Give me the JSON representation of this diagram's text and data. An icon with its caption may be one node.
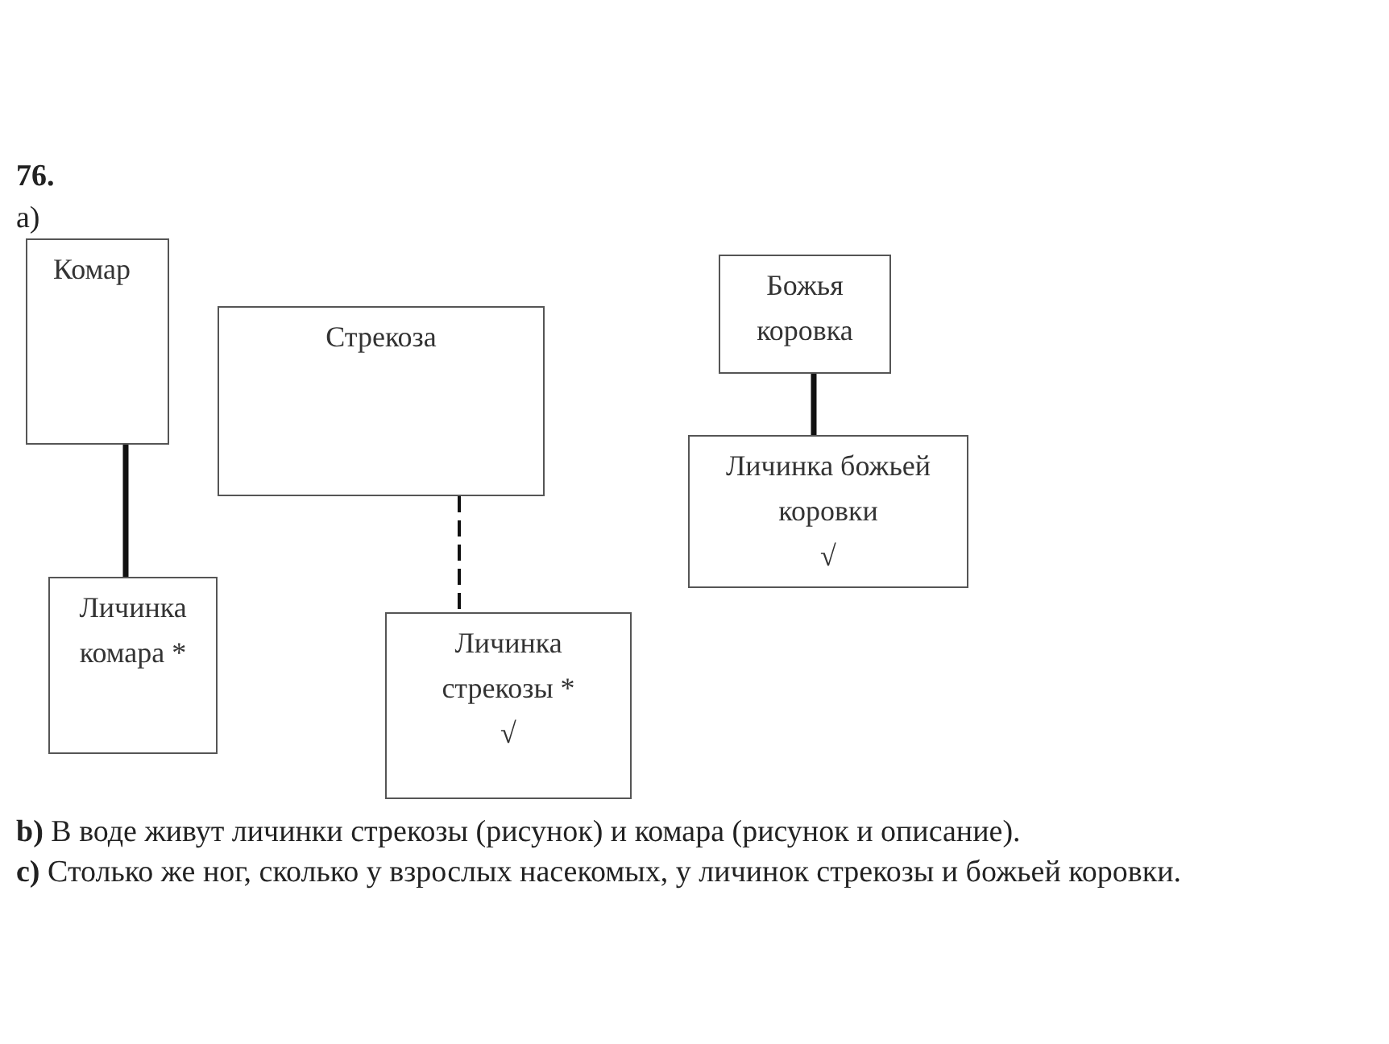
{
  "diagram": {
    "nodes": [
      {
        "text": [
          "Комар"
        ]
      },
      {
        "text": [
          "Стрекоза"
        ]
      },
      {
        "text": [
          "Божья коровка"
        ]
      },
      {
        "text": [
          "Личинка божьей коровки",
          "√"
        ]
      },
      {
        "text": [
          "Личинка комара *"
        ]
      },
      {
        "text": [
          "Личинка стрекозы *",
          "√"
        ]
      }
    ],
    "edges": [
      {
        "from": 0,
        "to": 4,
        "arrow": "none"
      },
      {
        "from": 1,
        "to": 5,
        "arrow": "none",
        "style": "dashed"
      },
      {
        "from": 2,
        "to": 3,
        "arrow": "none"
      }
    ],
    "labels": [
      "76.",
      "a)",
      "**b)** В воде живут личинки стрекозы (рисунок) и комара (рисунок и описание).",
      "**c)** Столько же ног, сколько у взрослых насекомых, у личинок стрекозы и божьей коровки."
    ]
  }
}
